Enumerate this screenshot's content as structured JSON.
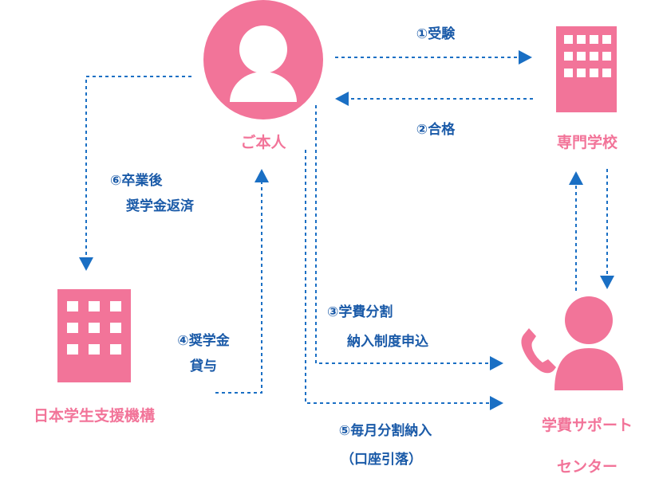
{
  "nodes": {
    "person": "ご本人",
    "school": "専門学校",
    "jasso": "日本学生支援機構",
    "support_line1": "学費サポート",
    "support_line2": "センター"
  },
  "steps": {
    "s1": "①受験",
    "s2": "②合格",
    "s3_line1": "③学費分割",
    "s3_line2": "納入制度申込",
    "s4_line1": "④奨学金",
    "s4_line2": "貸与",
    "s5_line1": "⑤毎月分割納入",
    "s5_line2": "（口座引落）",
    "s6_line1": "⑥卒業後",
    "s6_line2": "奨学金返済"
  },
  "colors": {
    "accent": "#f27499",
    "arrow": "#1a6fc4",
    "text_blue": "#1a5aa8"
  }
}
